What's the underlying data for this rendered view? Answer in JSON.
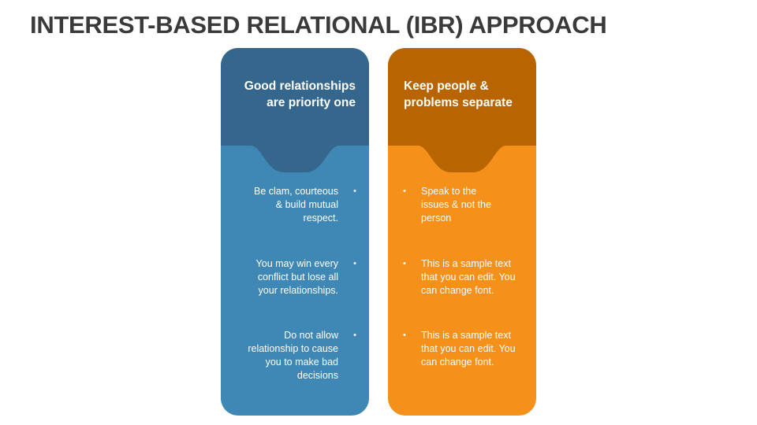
{
  "title": "INTEREST-BASED RELATIONAL (IBR) APPROACH",
  "colors": {
    "left_top": "#35678c",
    "left_body": "#3f87b5",
    "right_top": "#b86400",
    "right_body": "#f5901a"
  },
  "left": {
    "heading": [
      "Good relationships",
      "are priority one"
    ],
    "items": [
      {
        "bullet": "•",
        "lines": [
          "Be clam, courteous",
          "& build mutual",
          "respect."
        ]
      },
      {
        "bullet": "•",
        "lines": [
          "You may win every",
          "conflict but lose all",
          "your relationships."
        ]
      },
      {
        "bullet": "•",
        "lines": [
          "Do not allow",
          "relationship to cause",
          "you to make bad",
          "decisions"
        ]
      }
    ]
  },
  "right": {
    "heading": [
      "Keep people &",
      "problems separate"
    ],
    "items": [
      {
        "bullet": "•",
        "lines": [
          "Speak to the",
          "issues & not the",
          "person"
        ]
      },
      {
        "bullet": "•",
        "lines": [
          "This is a sample text",
          "that you can edit. You",
          "can change font."
        ]
      },
      {
        "bullet": "•",
        "lines": [
          "This is a sample text",
          "that you can edit. You",
          "can change font."
        ]
      }
    ]
  }
}
